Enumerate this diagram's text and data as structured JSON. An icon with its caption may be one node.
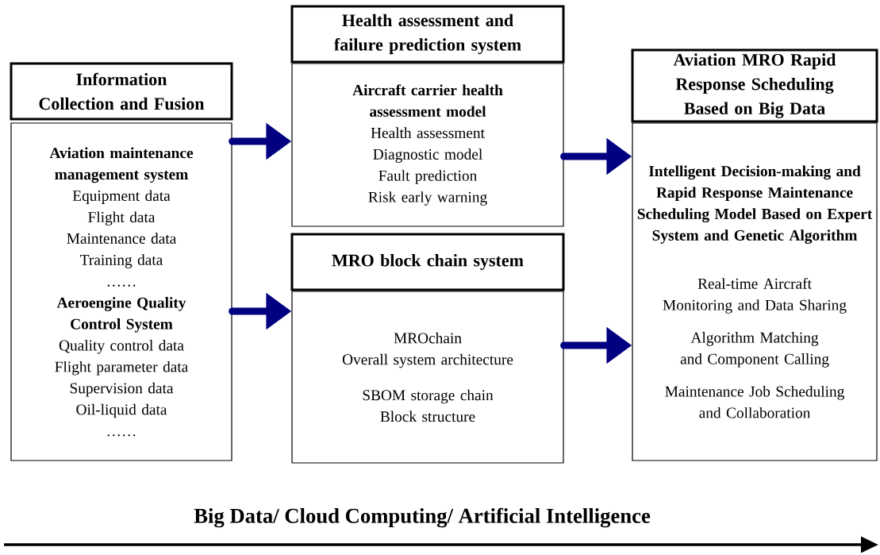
{
  "diagram": {
    "nodes": [
      {
        "text": [
          "Information Collection and Fusion"
        ]
      },
      {
        "text": [
          "Aviation maintenance management system",
          "Equipment data",
          "Flight data",
          "Maintenance data",
          "Training data",
          "……",
          "Aeroengine Quality Control System",
          "Quality control data",
          "Flight parameter data",
          "Supervision data",
          "Oil-liquid data",
          "……"
        ]
      },
      {
        "text": [
          "Health assessment and failure prediction system"
        ]
      },
      {
        "text": [
          "Aircraft carrier health assessment model",
          "Health assessment",
          "Diagnostic model",
          "Fault prediction",
          "Risk early warning"
        ]
      },
      {
        "text": [
          "MRO block chain system"
        ]
      },
      {
        "text": [
          "MROchain",
          "Overall system architecture",
          "SBOM storage chain",
          "Block structure"
        ]
      },
      {
        "text": [
          "Aviation MRO Rapid Response Scheduling Based on Big Data"
        ]
      },
      {
        "text": [
          "Intelligent Decision-making and Rapid Response Maintenance Scheduling Model Based on Expert System and Genetic Algorithm",
          "Real-time Aircraft Monitoring and Data Sharing",
          "Algorithm Matching and Component Calling",
          "Maintenance Job Scheduling and Collaboration"
        ]
      }
    ],
    "edges": [
      {
        "from": 1,
        "to": 3,
        "arrow": "to"
      },
      {
        "from": 1,
        "to": 5,
        "arrow": "to"
      },
      {
        "from": 3,
        "to": 7,
        "arrow": "to"
      },
      {
        "from": 5,
        "to": 7,
        "arrow": "to"
      }
    ],
    "labels": [
      "Big Data/ Cloud Computing/ Artificial Intelligence"
    ]
  }
}
